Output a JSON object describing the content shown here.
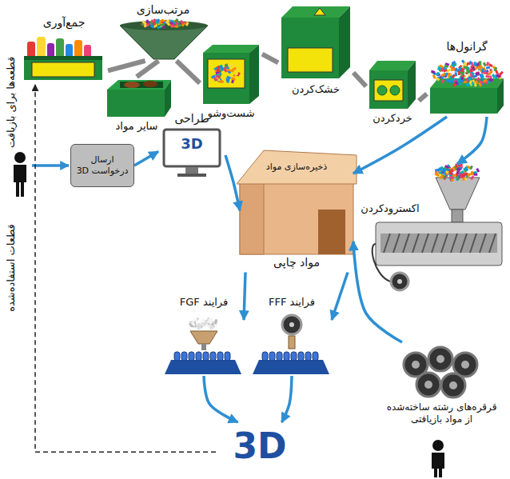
{
  "diagram": {
    "nodes": [
      {
        "text": [
          "جمع‌آوری"
        ]
      },
      {
        "text": [
          "مرتب‌سازی"
        ]
      },
      {
        "text": [
          "سایر مواد"
        ]
      },
      {
        "text": [
          "شست‌وشو"
        ]
      },
      {
        "text": [
          "خشک‌کردن"
        ]
      },
      {
        "text": [
          "خردکردن"
        ]
      },
      {
        "text": [
          "گرانول‌ها"
        ]
      },
      {
        "text": [
          "اکسترودکردن"
        ]
      },
      {
        "text": [
          "ارسال درخواست 3D"
        ]
      },
      {
        "text": [
          "طراحی",
          "3D"
        ]
      },
      {
        "text": [
          "ذخیره‌سازی مواد",
          "مواد چاپی"
        ]
      },
      {
        "text": [
          "فرایند FGF"
        ]
      },
      {
        "text": [
          "فرایند FFF"
        ]
      },
      {
        "text": [
          "3D"
        ]
      },
      {
        "text": [
          "قرقره‌های رشته ساخته‌شده از مواد بازیافتی"
        ]
      }
    ],
    "edges": [
      {
        "from": 0,
        "to": 1,
        "arrow": "none"
      },
      {
        "from": 1,
        "to": 2,
        "arrow": "none"
      },
      {
        "from": 1,
        "to": 3,
        "arrow": "none"
      },
      {
        "from": 3,
        "to": 4,
        "arrow": "none"
      },
      {
        "from": 4,
        "to": 5,
        "arrow": "none"
      },
      {
        "from": 5,
        "to": 6,
        "arrow": "none"
      },
      {
        "from": 6,
        "to": 10,
        "arrow": "to"
      },
      {
        "from": 6,
        "to": 7,
        "arrow": "to"
      },
      {
        "from": 8,
        "to": 9,
        "arrow": "to"
      },
      {
        "from": 9,
        "to": 10,
        "arrow": "to"
      },
      {
        "from": 10,
        "to": 11,
        "arrow": "to"
      },
      {
        "from": 10,
        "to": 12,
        "arrow": "to"
      },
      {
        "from": 11,
        "to": 13,
        "arrow": "to"
      },
      {
        "from": 12,
        "to": 13,
        "arrow": "to"
      },
      {
        "from": 14,
        "to": 10,
        "arrow": "to"
      },
      {
        "from": 13,
        "to": 0,
        "arrow": "to"
      }
    ],
    "labels": [
      "قطعه‌ها برای بازیافت",
      "قطعات استفاده‌شده"
    ]
  }
}
